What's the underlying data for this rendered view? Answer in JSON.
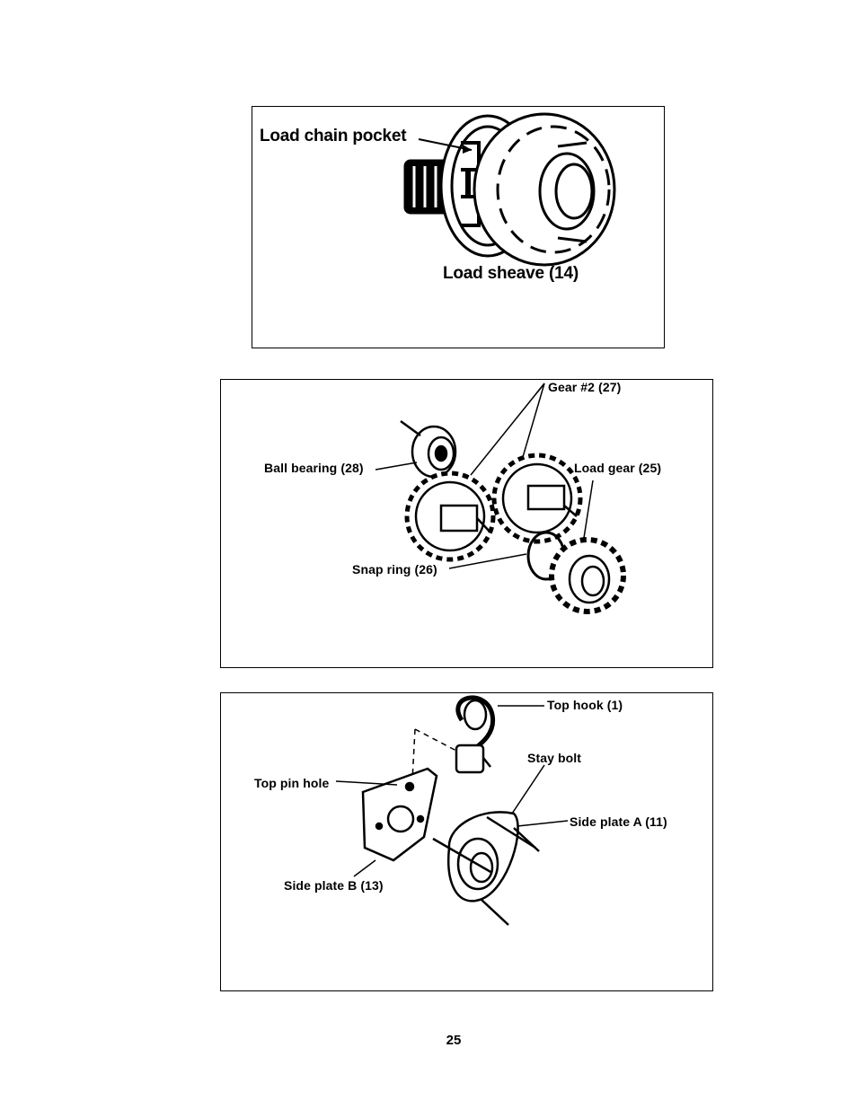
{
  "figure1": {
    "load_chain_pocket": "Load chain pocket",
    "load_sheave": "Load sheave (14)"
  },
  "figure2": {
    "gear2": "Gear #2 (27)",
    "ball_bearing": "Ball bearing (28)",
    "load_gear": "Load gear (25)",
    "snap_ring": "Snap ring (26)"
  },
  "figure3": {
    "top_hook": "Top hook (1)",
    "stay_bolt": "Stay bolt",
    "top_pin_hole": "Top pin hole",
    "side_plate_a": "Side plate A (11)",
    "side_plate_b": "Side plate B (13)"
  },
  "page_number": "25"
}
